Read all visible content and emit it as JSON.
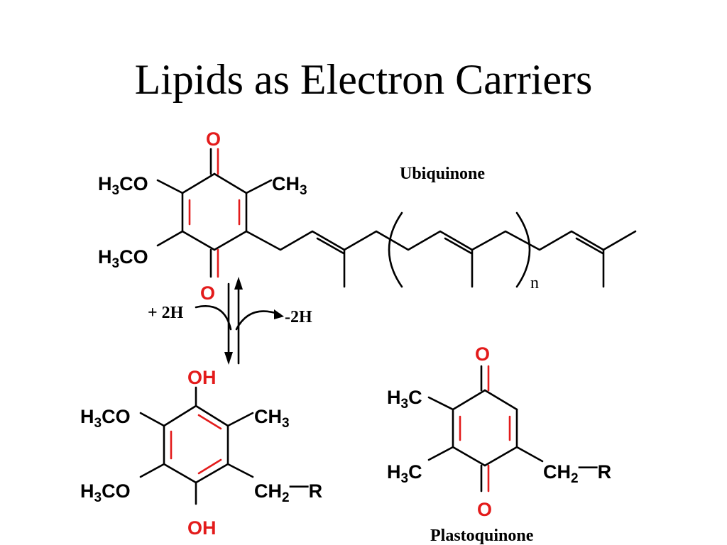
{
  "slide": {
    "title": "Lipids as Electron Carriers"
  },
  "ubiquinone": {
    "name": "Ubiquinone",
    "top_oxygen": "O",
    "bottom_oxygen": "O",
    "methoxy_prefix": "H",
    "methoxy_sub": "3",
    "methoxy_suffix": "CO",
    "methyl_prefix": "CH",
    "methyl_sub": "3",
    "repeat_subscript": "n"
  },
  "reaction": {
    "add_label": "+ 2H",
    "remove_label": "-2H"
  },
  "ubiquinol": {
    "top_group": "OH",
    "bottom_group": "OH",
    "methoxy_prefix": "H",
    "methoxy_sub": "3",
    "methoxy_suffix": "CO",
    "methyl_prefix": "CH",
    "methyl_sub": "3",
    "side_prefix": "CH",
    "side_sub": "2",
    "side_bond": "—",
    "side_r": "R"
  },
  "plastoquinone": {
    "name": "Plastoquinone",
    "top_oxygen": "O",
    "bottom_oxygen": "O",
    "methyl_prefix": "H",
    "methyl_sub": "3",
    "methyl_suffix": "C",
    "side_prefix": "CH",
    "side_sub": "2",
    "side_bond": "—",
    "side_r": "R"
  },
  "colors": {
    "highlight": "#e31b1b",
    "bond": "#000000"
  }
}
